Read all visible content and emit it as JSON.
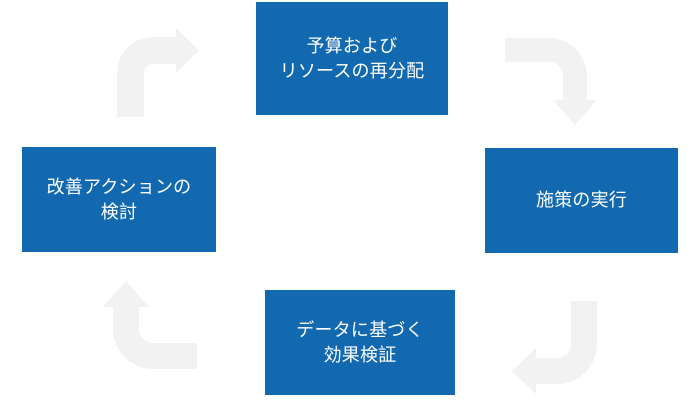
{
  "diagram": {
    "type": "cycle",
    "title": "",
    "background_color": "#FFFFFF",
    "node_color": "#1269B0",
    "node_text_color": "#FFFFFF",
    "arrow_color": "#F2F2F2",
    "nodes": [
      {
        "id": "node-top",
        "position": "top",
        "label": "予算および\nリソースの再分配",
        "line1": "予算および",
        "line2": "リソースの再分配"
      },
      {
        "id": "node-right",
        "position": "right",
        "label": "施策の実行",
        "line1": "施策の実行",
        "line2": ""
      },
      {
        "id": "node-bottom",
        "position": "bottom",
        "label": "データに基づく\n効果検証",
        "line1": "データに基づく",
        "line2": "効果検証"
      },
      {
        "id": "node-left",
        "position": "left",
        "label": "改善アクションの\n検討",
        "line1": "改善アクションの",
        "line2": "検討"
      }
    ],
    "arrows": [
      {
        "id": "arrow-left-to-top",
        "name": "curved-arrow-up-right-icon",
        "from": "node-left",
        "to": "node-top",
        "direction": "right"
      },
      {
        "id": "arrow-top-to-right",
        "name": "curved-arrow-right-down-icon",
        "from": "node-top",
        "to": "node-right",
        "direction": "down"
      },
      {
        "id": "arrow-right-to-bottom",
        "name": "curved-arrow-down-left-icon",
        "from": "node-right",
        "to": "node-bottom",
        "direction": "left"
      },
      {
        "id": "arrow-bottom-to-left",
        "name": "curved-arrow-left-up-icon",
        "from": "node-bottom",
        "to": "node-left",
        "direction": "up"
      }
    ]
  }
}
